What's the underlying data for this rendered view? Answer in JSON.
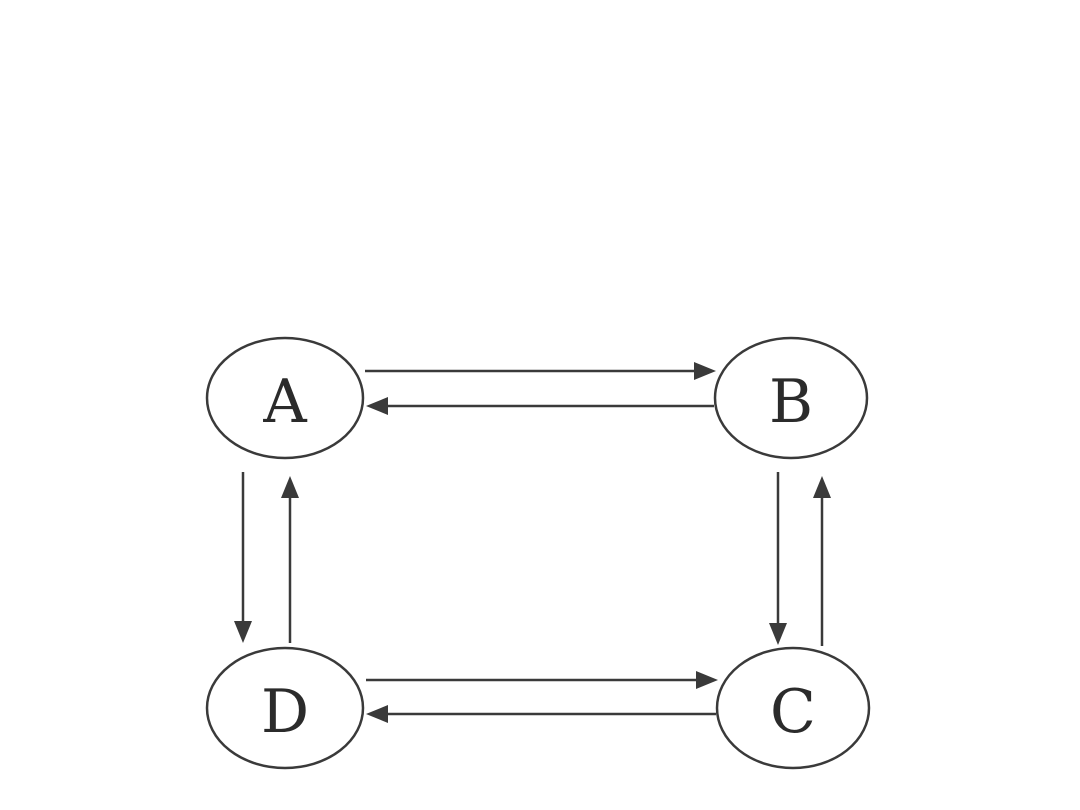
{
  "diagram": {
    "nodes": [
      {
        "id": "A",
        "label": "A"
      },
      {
        "id": "B",
        "label": "B"
      },
      {
        "id": "C",
        "label": "C"
      },
      {
        "id": "D",
        "label": "D"
      }
    ],
    "edges": [
      {
        "from": "A",
        "to": "B"
      },
      {
        "from": "B",
        "to": "A"
      },
      {
        "from": "A",
        "to": "D"
      },
      {
        "from": "D",
        "to": "A"
      },
      {
        "from": "B",
        "to": "C"
      },
      {
        "from": "C",
        "to": "B"
      },
      {
        "from": "D",
        "to": "C"
      },
      {
        "from": "C",
        "to": "D"
      }
    ],
    "colors": {
      "stroke": "#3a3a3a",
      "text": "#2b2b2b",
      "background": "#ffffff"
    }
  }
}
